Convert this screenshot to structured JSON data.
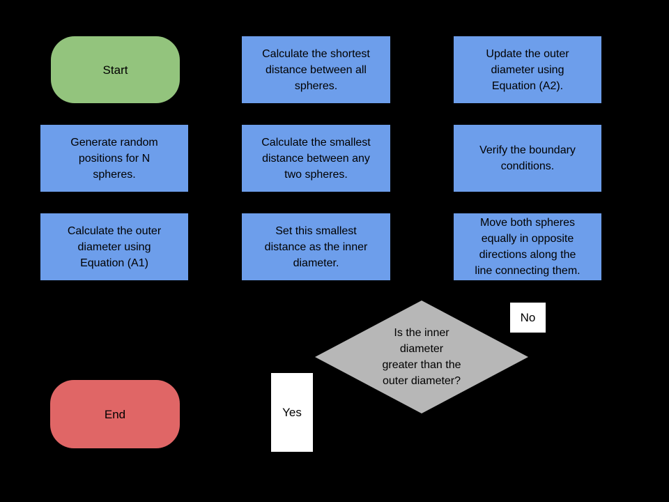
{
  "diagram": {
    "title": "Sphere packing algorithm flowchart",
    "background": "#000000",
    "colors": {
      "process_fill": "#6d9eeb",
      "start_fill": "#93c47d",
      "end_fill": "#e06666",
      "decision_fill": "#b7b7b7",
      "edge_label_fill": "#ffffff",
      "text": "#000000"
    },
    "nodes": {
      "start": {
        "label": "Start"
      },
      "calc_shortest": {
        "label": "Calculate the shortest\ndistance between all\nspheres."
      },
      "update_outer": {
        "label": "Update the outer\ndiameter using\nEquation (A2)."
      },
      "generate_random": {
        "label": "Generate random\npositions for N\nspheres."
      },
      "calc_smallest": {
        "label": "Calculate the smallest\ndistance between any\ntwo spheres."
      },
      "verify_boundary": {
        "label": "Verify the boundary\nconditions."
      },
      "calc_outer": {
        "label": "Calculate the outer\ndiameter using\nEquation (A1)"
      },
      "set_inner": {
        "label": "Set this smallest\ndistance as the inner\ndiameter."
      },
      "move_spheres": {
        "label": "Move both spheres\nequally in opposite\ndirections along the\nline connecting them."
      },
      "decision": {
        "label": "Is the inner\ndiameter\ngreater than the\nouter diameter?"
      },
      "end": {
        "label": "End"
      }
    },
    "edge_labels": {
      "no": "No",
      "yes": "Yes"
    }
  }
}
